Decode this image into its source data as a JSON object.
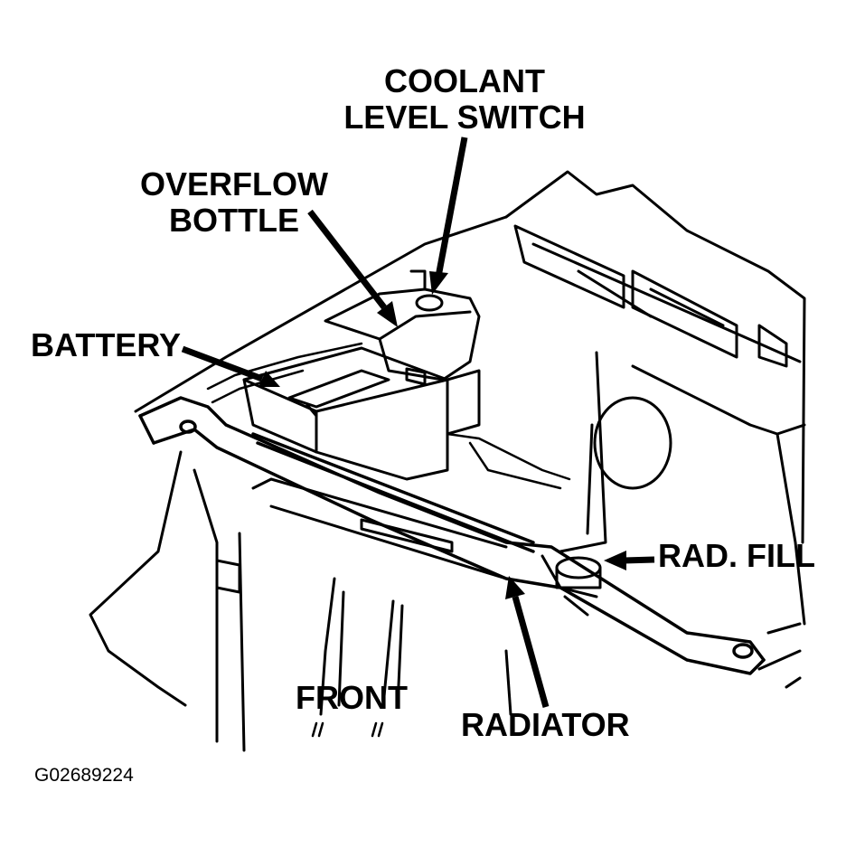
{
  "labels": {
    "coolant_line1": "COOLANT",
    "coolant_line2": "LEVEL SWITCH",
    "overflow_line1": "OVERFLOW",
    "overflow_line2": "BOTTLE",
    "battery": "BATTERY",
    "rad_fill": "RAD. FILL",
    "front": "FRONT",
    "radiator": "RADIATOR"
  },
  "figure_code": "G02689224",
  "colors": {
    "ink": "#000000",
    "paper": "#ffffff"
  }
}
